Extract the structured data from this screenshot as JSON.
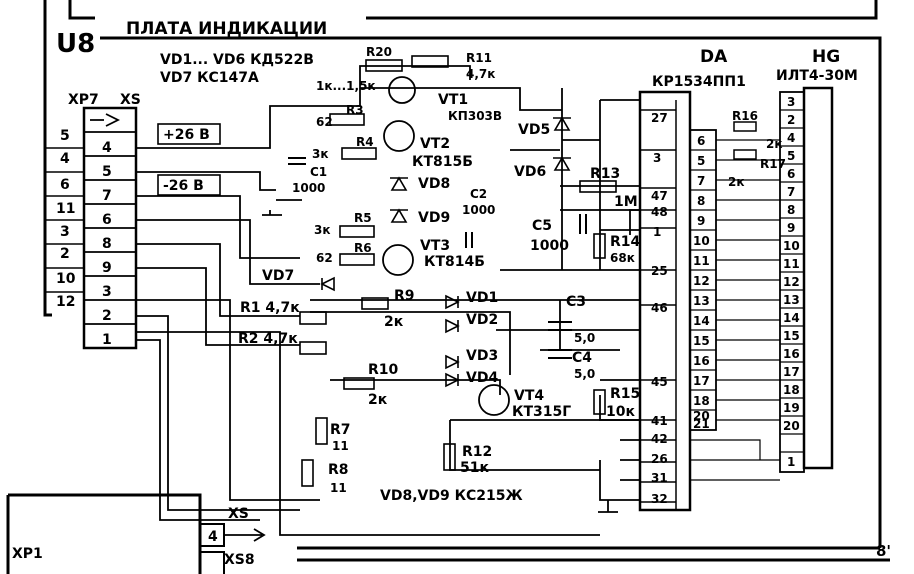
{
  "board": {
    "id": "U8",
    "title": "ПЛАТА ИНДИКАЦИИ",
    "vd_note_1": "VD1... VD6  КД522В",
    "vd_note_2": "VD7  КС147А",
    "vd_note_3": "VD8,VD9  КС215Ж",
    "corner": "8'"
  },
  "connector_xp7": {
    "label": "XP7",
    "xs_label": "XS",
    "outer_pins": [
      "5",
      "4",
      "6",
      "11",
      "3",
      "2",
      "10",
      "12"
    ],
    "inner_pins": [
      "4",
      "5",
      "7",
      "6",
      "8",
      "9",
      "3",
      "2",
      "1"
    ]
  },
  "supplies": {
    "plus": "+26 В",
    "minus": "-26 В"
  },
  "components": {
    "r20": "R20",
    "r11": "R11",
    "r11_val": "4,7к",
    "vt1_range": "1к...1,5к",
    "vt1": "VT1",
    "vt1_type": "КП303В",
    "r3_val": "62",
    "r3": "R3",
    "r4_val": "3к",
    "r4": "R4",
    "vt2": "VT2",
    "vt2_type": "КТ815Б",
    "c1": "C1",
    "c1_val": "1000",
    "vd8": "VD8",
    "c2": "C2",
    "c2_val": "1000",
    "vd9": "VD9",
    "r5_val": "3к",
    "r5": "R5",
    "r6_val": "62",
    "r6": "R6",
    "vt3": "VT3",
    "vt3_type": "КТ814Б",
    "vd7": "VD7",
    "vd5": "VD5",
    "vd6": "VD6",
    "r13": "R13",
    "r13_val": "1М",
    "c5": "C5",
    "c5_val": "1000",
    "r14": "R14",
    "r14_val": "68к",
    "r1": "R1 4,7к",
    "r2": "R2 4,7к",
    "r9": "R9",
    "r9_val": "2к",
    "vd1": "VD1",
    "vd2": "VD2",
    "c3": "C3",
    "c3_val": "5,0",
    "c4": "C4",
    "c4_val": "5,0",
    "vd3": "VD3",
    "vd4": "VD4",
    "r10": "R10",
    "r10_val": "2к",
    "vt4": "VT4",
    "vt4_type": "КТ315Г",
    "r15": "R15",
    "r15_val": "10к",
    "r12": "R12",
    "r12_val": "51к",
    "r7": "R7",
    "r7_val": "11",
    "r8": "R8",
    "r8_val": "11",
    "r16": "R16",
    "r16_val": "2к",
    "r17": "R17",
    "r17_val": "2к"
  },
  "chip_da": {
    "label": "DA",
    "type": "КР1534ПП1",
    "left_pins": [
      "27",
      "3",
      "47",
      "48",
      "1",
      "25",
      "46",
      "45",
      "41",
      "42",
      "26",
      "31",
      "32"
    ],
    "right_pins": [
      "6",
      "5",
      "7",
      "8",
      "9",
      "10",
      "11",
      "12",
      "13",
      "14",
      "15",
      "16",
      "17",
      "18",
      "20",
      "21"
    ]
  },
  "display_hg": {
    "label": "HG",
    "type": "ИЛТ4-30М",
    "pins": [
      "3",
      "2",
      "4",
      "5",
      "6",
      "7",
      "8",
      "9",
      "10",
      "11",
      "12",
      "13",
      "14",
      "15",
      "16",
      "17",
      "18",
      "19",
      "20",
      "1"
    ]
  },
  "bottom": {
    "xp1": "XP1",
    "xs": "XS",
    "pin": "4",
    "xs8": "XS8"
  }
}
